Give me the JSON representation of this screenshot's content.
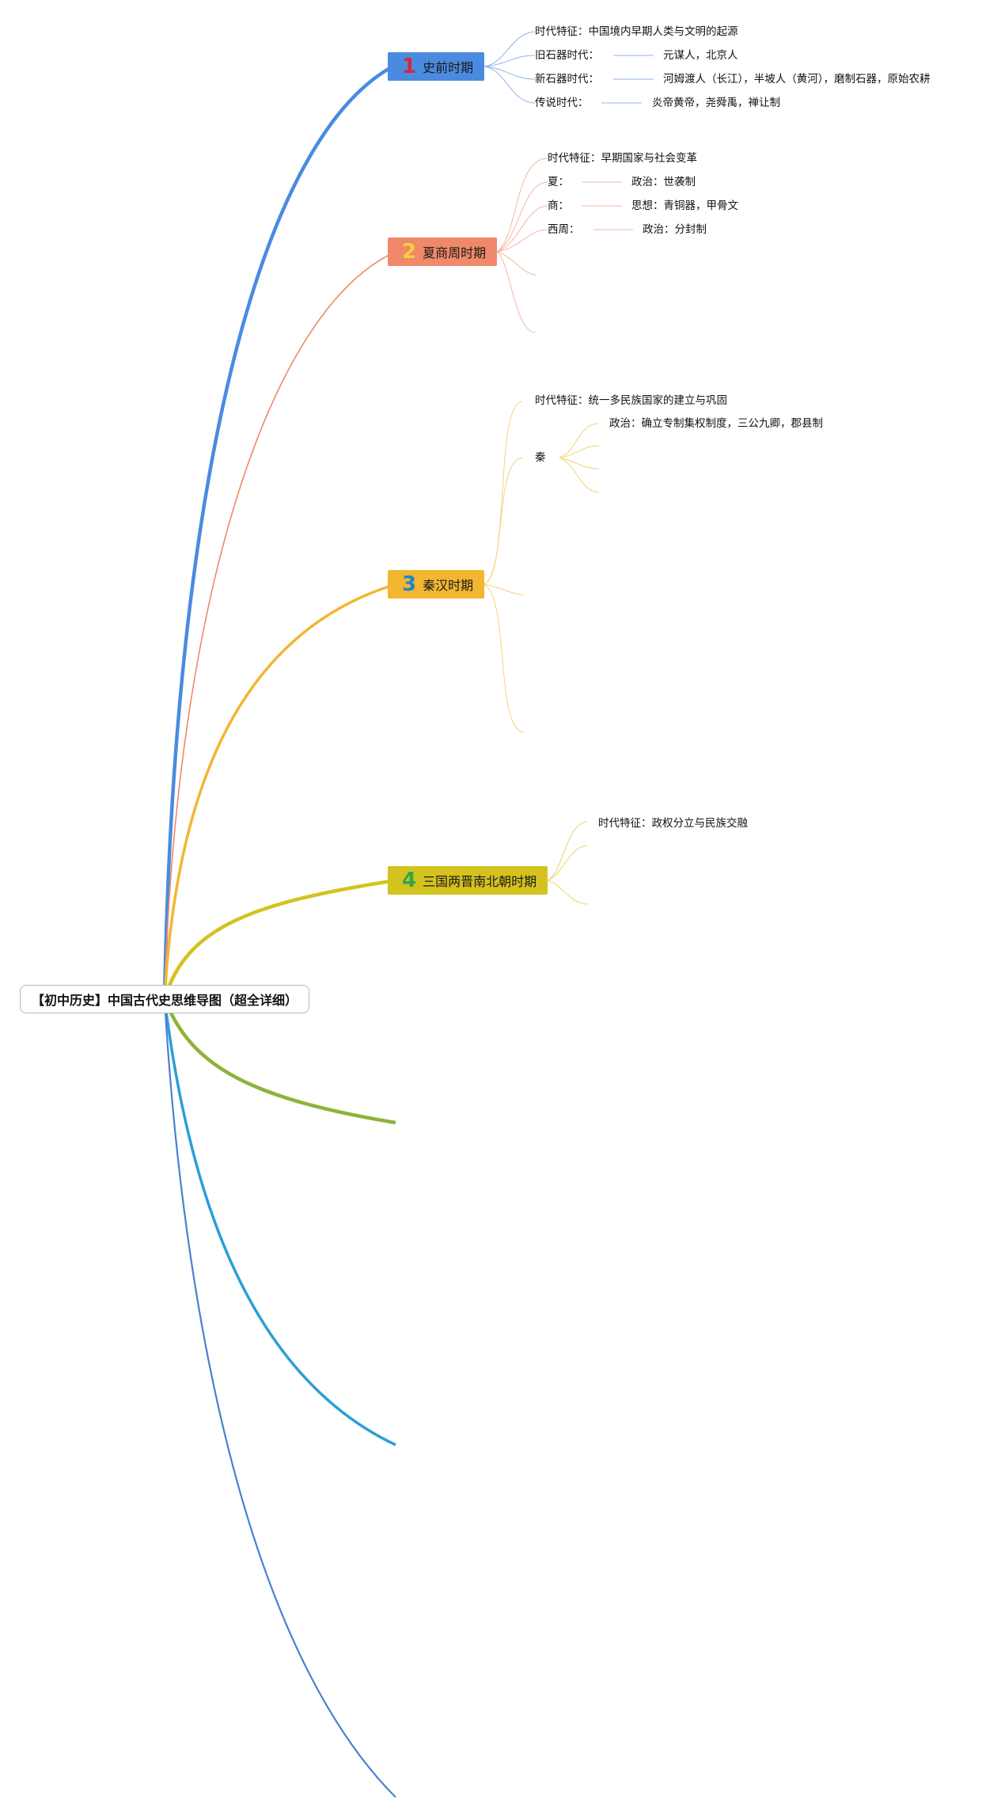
{
  "root": {
    "label": "【初中历史】中国古代史思维导图（超全详细）"
  },
  "branches": [
    {
      "num": "1",
      "label": "史前时期",
      "color": "#4a8be0",
      "num_color": "#d7263d",
      "leaves": [
        {
          "key": "时代特征：中国境内早期人类与文明的起源"
        },
        {
          "key": "旧石器时代：",
          "value": "元谋人，北京人"
        },
        {
          "key": "新石器时代：",
          "value": "河姆渡人（长江），半坡人（黄河），磨制石器，原始农耕"
        },
        {
          "key": "传说时代：",
          "value": "炎帝黄帝，尧舜禹，禅让制"
        }
      ]
    },
    {
      "num": "2",
      "label": "夏商周时期",
      "color": "#f0886a",
      "num_color": "#f4c542",
      "leaves": [
        {
          "key": "时代特征：早期国家与社会变革"
        },
        {
          "key": "夏：",
          "value": "政治：世袭制"
        },
        {
          "key": "商：",
          "value": "思想：青铜器，甲骨文"
        },
        {
          "key": "西周：",
          "value": "政治：分封制"
        }
      ]
    },
    {
      "num": "3",
      "label": "秦汉时期",
      "color": "#f2b630",
      "num_color": "#1e88c7",
      "leaves": [
        {
          "key": "时代特征：统一多民族国家的建立与巩固"
        },
        {
          "key": "秦",
          "value": "政治：确立专制集权制度，三公九卿，郡县制"
        }
      ]
    },
    {
      "num": "4",
      "label": "三国两晋南北朝时期",
      "color": "#d4c21e",
      "num_color": "#2ea84a",
      "leaves": [
        {
          "key": "时代特征：政权分立与民族交融"
        }
      ]
    }
  ],
  "empty_branches": [
    {
      "color": "#8db33a"
    },
    {
      "color": "#2a9fd8"
    },
    {
      "color": "#4a80d0"
    }
  ]
}
